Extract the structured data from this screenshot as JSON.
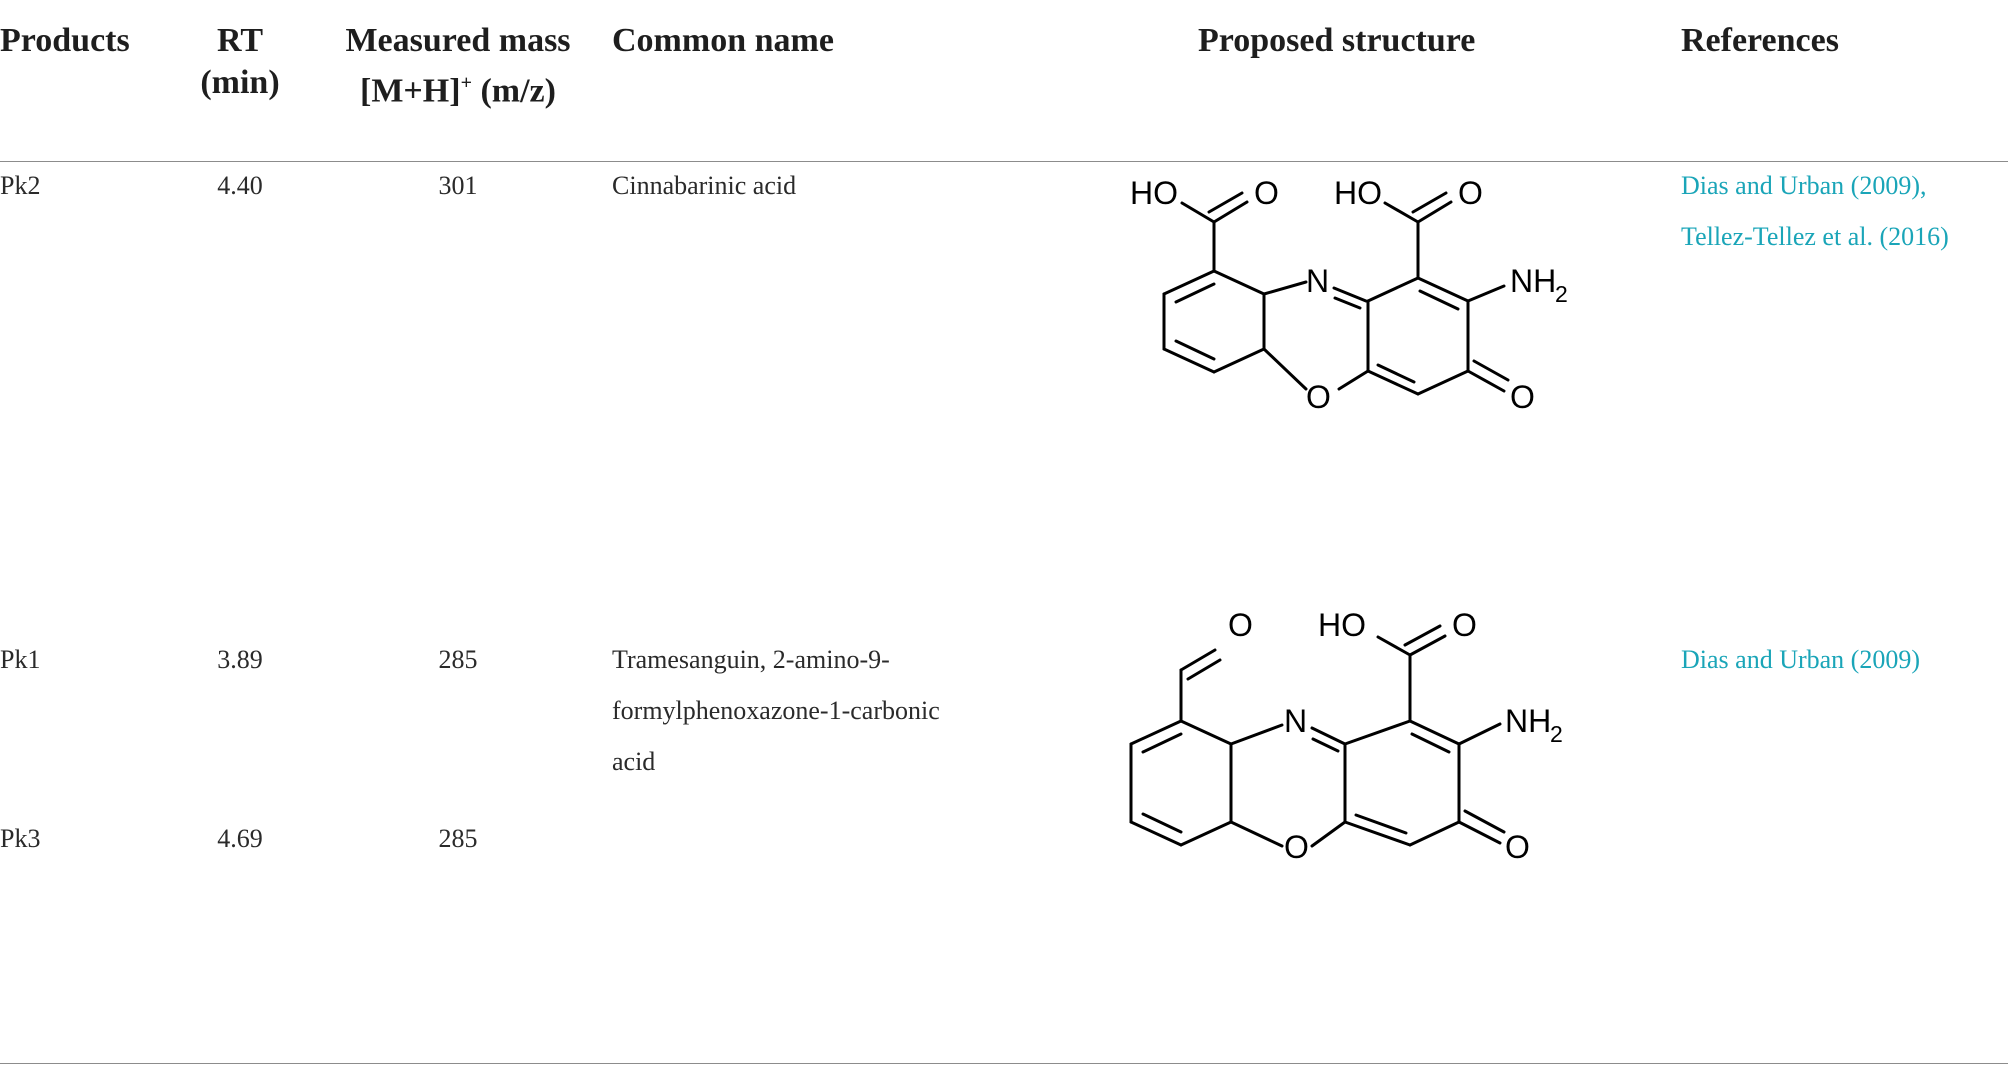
{
  "headers": {
    "products": "Products",
    "rt_line1": "RT",
    "rt_line2": "(min)",
    "mass_line1": "Measured mass",
    "mass_line2_pre": "[M+H]",
    "mass_line2_sup": "+",
    "mass_line2_post": " (m/z)",
    "common_name": "Common name",
    "proposed_structure": "Proposed structure",
    "references": "References"
  },
  "rows": [
    {
      "product": "Pk2",
      "rt": "4.40",
      "mass": "301",
      "name": "Cinnabarinic acid",
      "ref1": "Dias and Urban (2009),",
      "ref2": "Tellez-Tellez et al. (2016)"
    },
    {
      "product": "Pk1",
      "rt": "3.89",
      "mass": "285",
      "name1": "Tramesanguin, 2-amino-9-",
      "name2": "formylphenoxazone-1-carbonic",
      "name3": "acid",
      "ref1": "Dias and Urban (2009)"
    },
    {
      "product": "Pk3",
      "rt": "4.69",
      "mass": "285"
    }
  ],
  "structures": {
    "ho": "HO",
    "o": "O",
    "n": "N",
    "nh": "NH",
    "sub2": "2"
  },
  "colors": {
    "reference_link": "#1aa5b8",
    "rule": "#8c8c8c"
  }
}
